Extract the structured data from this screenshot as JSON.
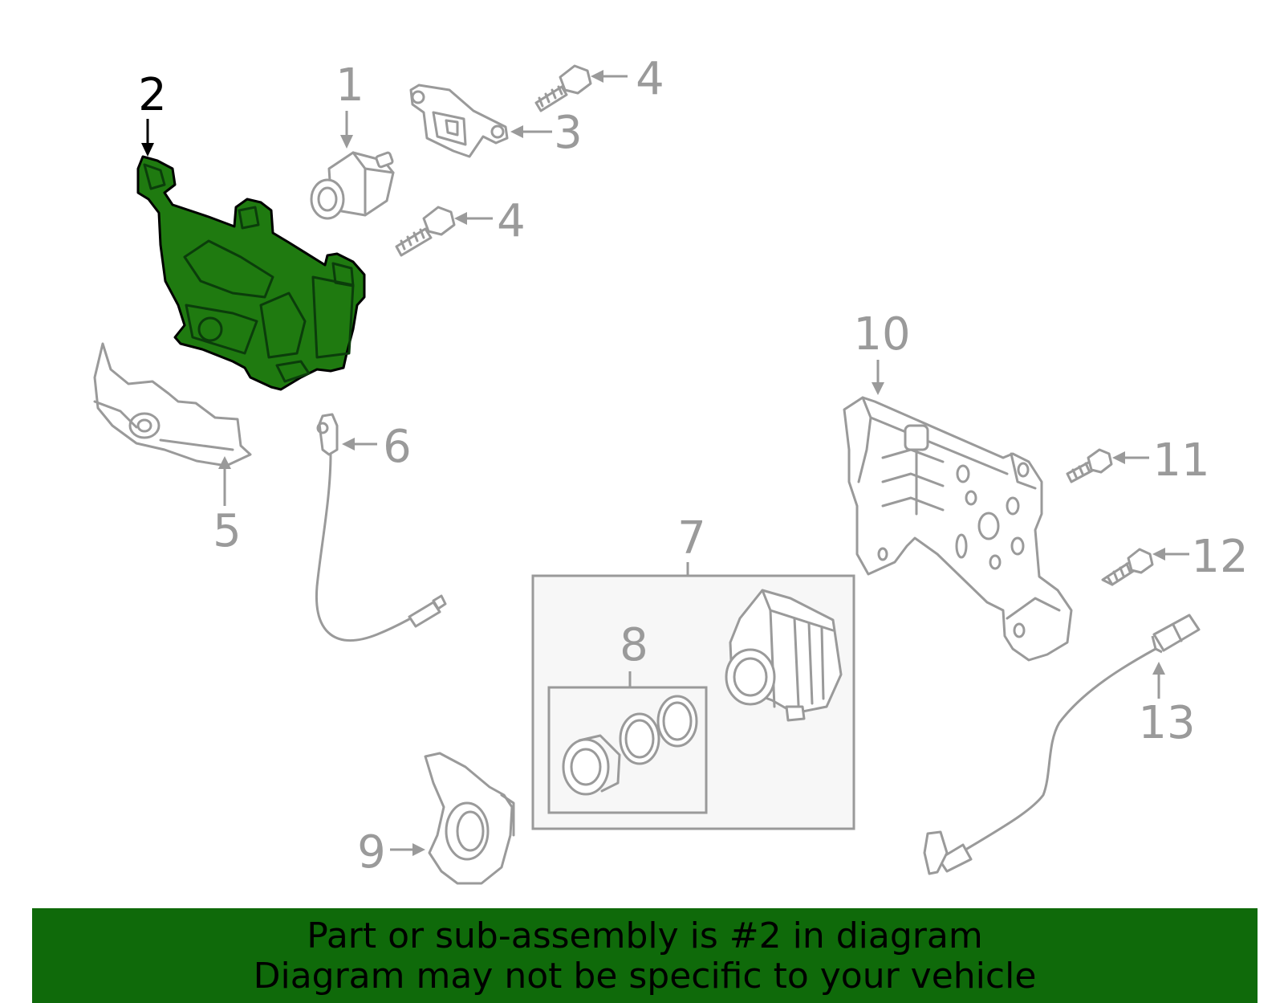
{
  "diagram": {
    "highlight_color": "#1f7a10",
    "part_color": "#9a9a9a",
    "callouts": [
      "1",
      "2",
      "3",
      "4",
      "4",
      "5",
      "6",
      "7",
      "8",
      "9",
      "10",
      "11",
      "12",
      "13"
    ],
    "highlighted_part": "2"
  },
  "banner": {
    "color": "#0f6a0a",
    "line1": "Part or sub-assembly is #2 in diagram",
    "line2": "Diagram may not be specific to your vehicle"
  }
}
